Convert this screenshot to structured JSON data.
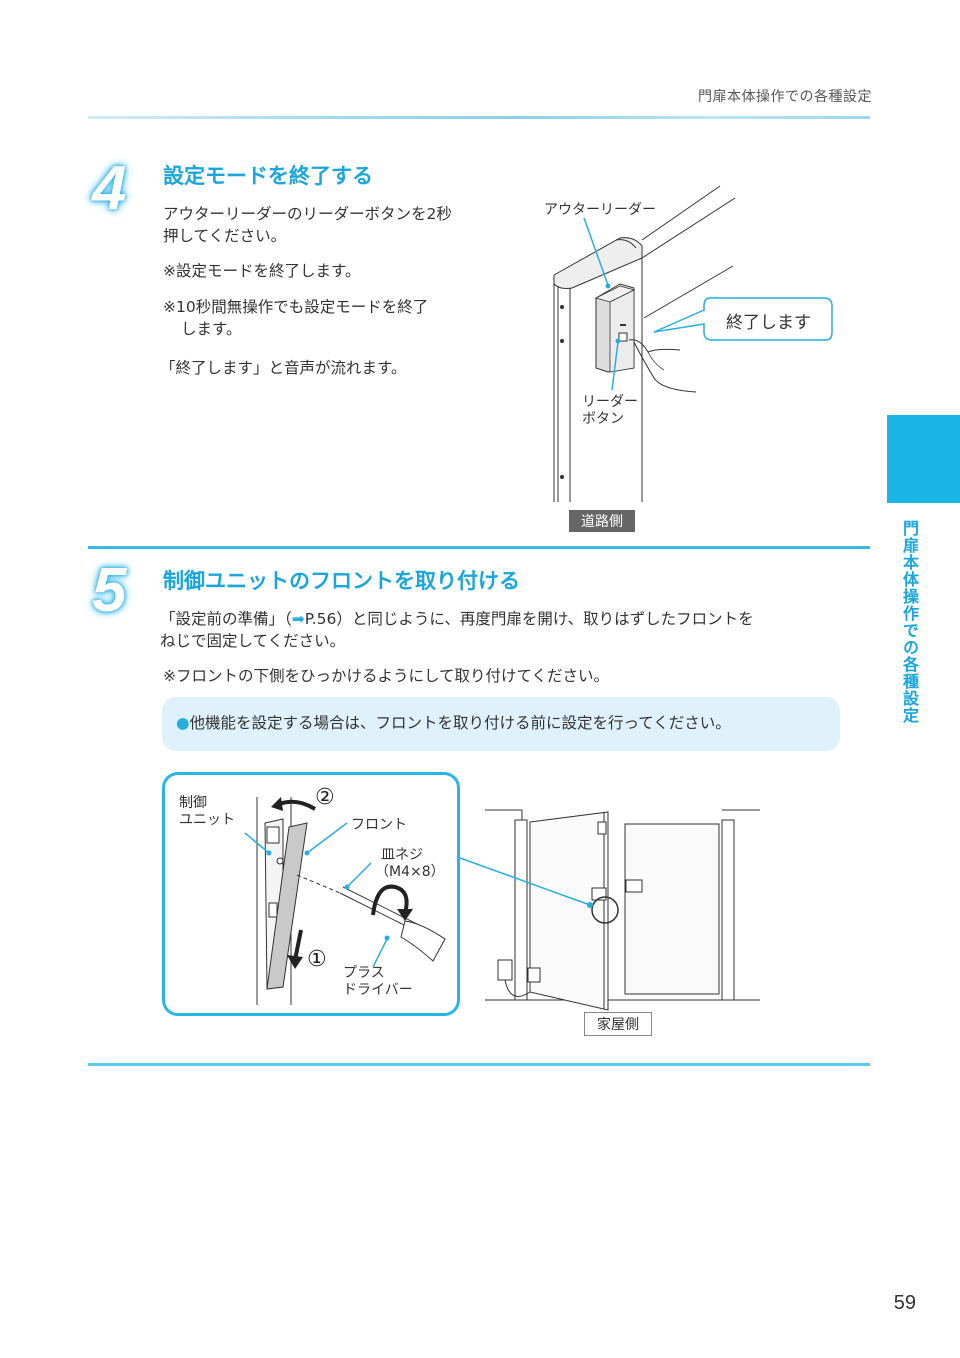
{
  "header": {
    "running_title": "門扉本体操作での各種設定"
  },
  "side_tab": {
    "label": "門扉本体操作での各種設定",
    "color": "#1bb5e6"
  },
  "step4": {
    "number": "4",
    "title": "設定モードを終了する",
    "lines": [
      "アウターリーダーのリーダーボタンを2秒",
      "押してください。"
    ],
    "note1": "※設定モードを終了します。",
    "note2_line1": "※10秒間無操作でも設定モードを終了",
    "note2_line2": "します。",
    "voice": "「終了します」と音声が流れます。",
    "figure": {
      "label_outer_reader": "アウターリーダー",
      "speech_bubble": "終了します",
      "label_reader_button_1": "リーダー",
      "label_reader_button_2": "ボタン",
      "side_tag": "道路側"
    }
  },
  "step5": {
    "number": "5",
    "title": "制御ユニットのフロントを取り付ける",
    "line1": "「設定前の準備」（",
    "ref_arrow": "➡",
    "ref_page": "P.56",
    "line1_rest": "）と同じように、再度門扉を開け、取りはずしたフロントを",
    "line2": "ねじで固定してください。",
    "note": "※フロントの下側をひっかけるようにして取り付けてください。",
    "info_box": {
      "bullet": "●",
      "text": "他機能を設定する場合は、フロントを取り付ける前に設定を行ってください。"
    },
    "figure": {
      "label_control_unit_1": "制御",
      "label_control_unit_2": "ユニット",
      "label_front": "フロント",
      "label_screw_1": "皿ネジ",
      "label_screw_2": "（M4×8）",
      "label_driver_1": "プラス",
      "label_driver_2": "ドライバー",
      "marker_1": "①",
      "marker_2": "②",
      "side_tag": "家屋側"
    }
  },
  "colors": {
    "accent": "#1aa6dc",
    "rule": "#39b9e6",
    "note_bg": "#dff1fa"
  },
  "footer": {
    "page_number": "59"
  }
}
